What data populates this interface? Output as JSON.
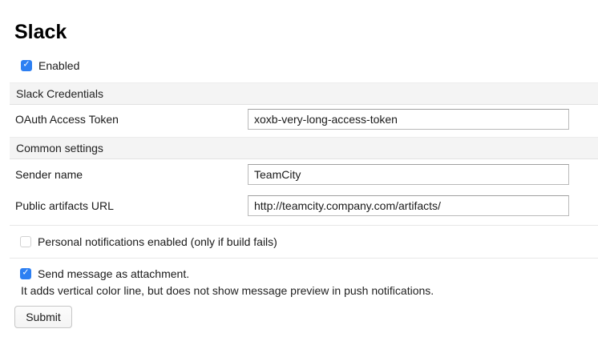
{
  "page": {
    "title": "Slack"
  },
  "colors": {
    "accent_checkbox_blue": "#2d7ff2",
    "section_bar_background": "#f4f4f4",
    "section_bar_border": "#e2e2e2",
    "input_border": "#b9b9b9",
    "divider": "#e8e8e8"
  },
  "icons": {
    "check": "✓"
  },
  "enabled_checkbox": {
    "label": "Enabled",
    "checked": true
  },
  "sections": {
    "credentials": {
      "title": "Slack Credentials"
    },
    "common": {
      "title": "Common settings"
    }
  },
  "fields": {
    "oauth_token": {
      "label": "OAuth Access Token",
      "value": "xoxb-very-long-access-token"
    },
    "sender_name": {
      "label": "Sender name",
      "value": "TeamCity"
    },
    "artifacts_url": {
      "label": "Public artifacts URL",
      "value": "http://teamcity.company.com/artifacts/"
    }
  },
  "checkboxes": {
    "personal_notifications": {
      "label": "Personal notifications enabled (only if build fails)",
      "checked": false
    },
    "send_as_attachment": {
      "label": "Send message as attachment.",
      "checked": true,
      "description": "It adds vertical color line, but does not show message preview in push notifications."
    }
  },
  "submit": {
    "label": "Submit"
  }
}
